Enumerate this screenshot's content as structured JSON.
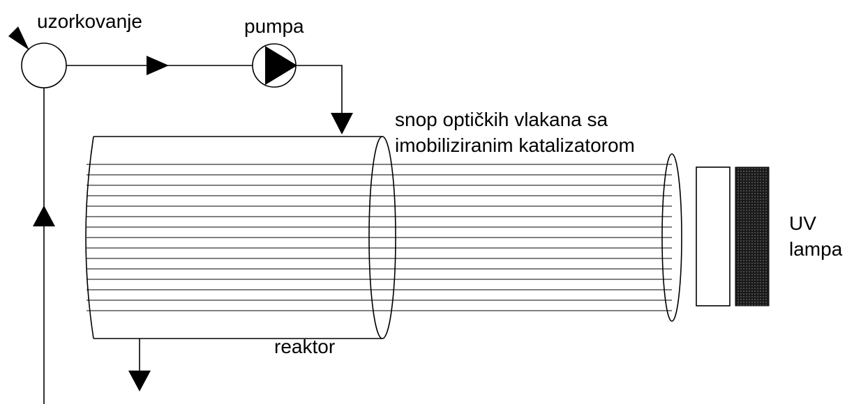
{
  "labels": {
    "sampling": "uzorkovanje",
    "pump": "pumpa",
    "fiber_bundle_line1": "snop optičkih vlakana sa",
    "fiber_bundle_line2": "imobiliziranim katalizatorom",
    "reactor": "reaktor",
    "uv_line1": "UV",
    "uv_line2": "lampa"
  },
  "colors": {
    "stroke": "#000000",
    "background": "#ffffff",
    "lamp": "#2b2b2b"
  },
  "icons": {
    "sample_port": "arrow-marker-icon",
    "pump": "pump-icon",
    "flow": "triangle-arrow-icon"
  }
}
